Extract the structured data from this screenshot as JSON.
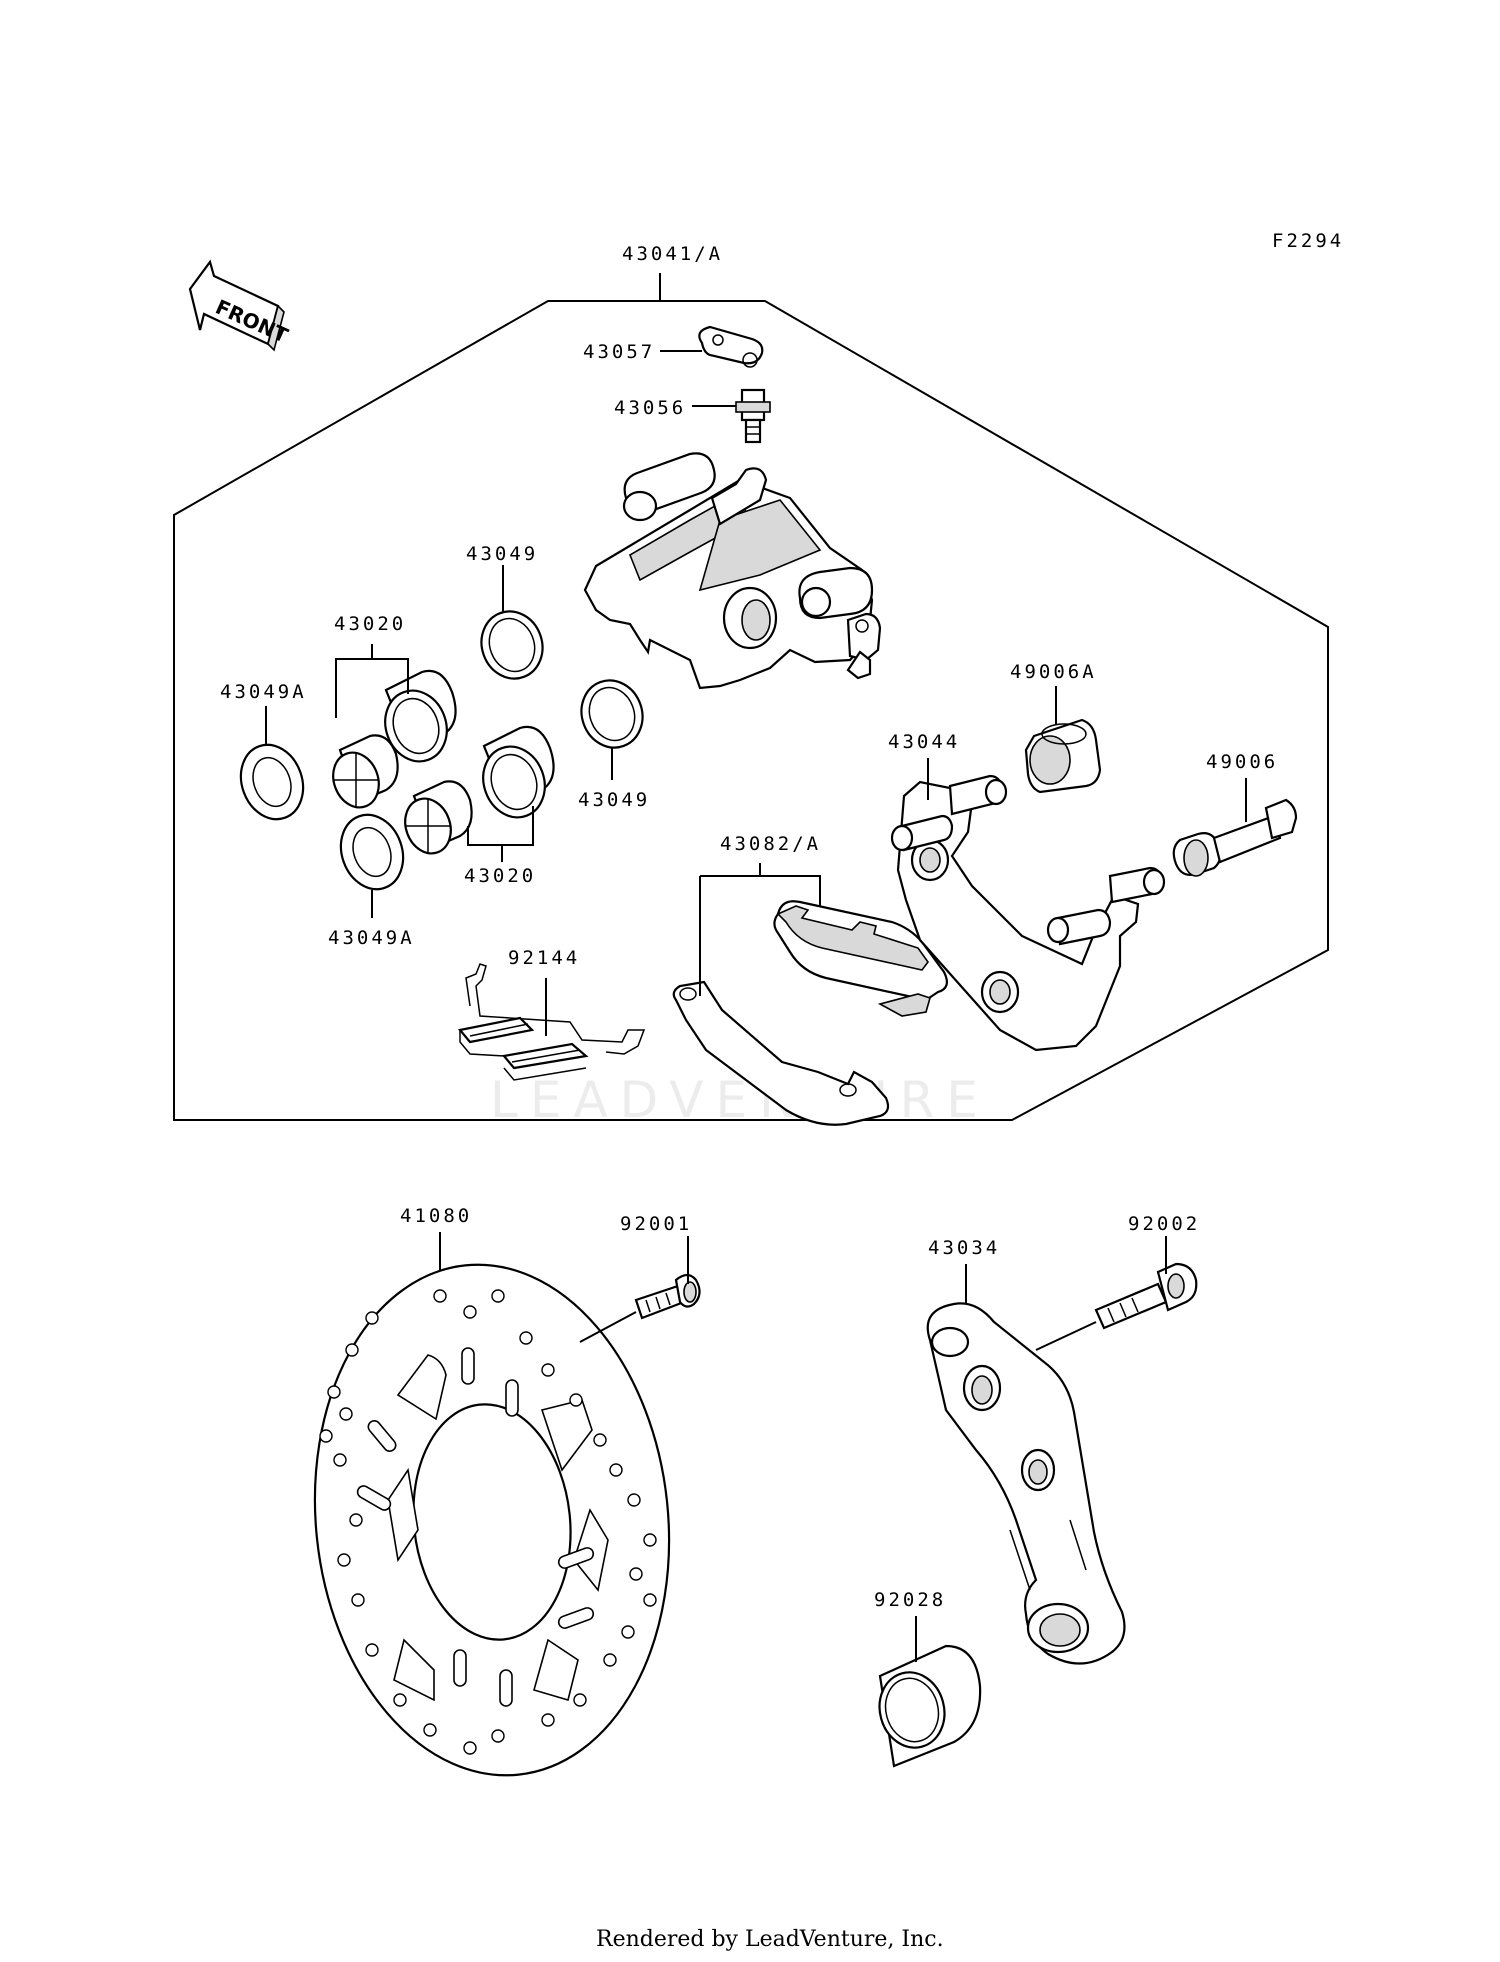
{
  "diagram_code": "F2294",
  "front_label": "FRONT",
  "watermark": "LEADVENTURE",
  "footer": "Rendered by LeadVenture, Inc.",
  "labels": {
    "p43041A": "43041/A",
    "p43057": "43057",
    "p43056": "43056",
    "p43049_top": "43049",
    "p43020_top": "43020",
    "p43049A_left": "43049A",
    "p43049_mid": "43049",
    "p43020_bottom": "43020",
    "p43049A_bottom": "43049A",
    "p92144": "92144",
    "p43082A": "43082/A",
    "p43044": "43044",
    "p49006A": "49006A",
    "p49006": "49006",
    "p41080": "41080",
    "p92001": "92001",
    "p43034": "43034",
    "p92002": "92002",
    "p92028": "92028"
  }
}
